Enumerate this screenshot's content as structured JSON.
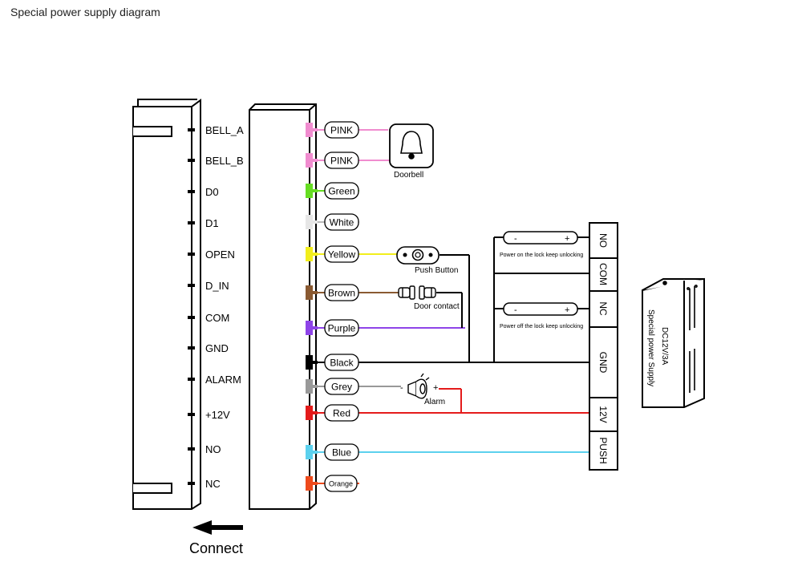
{
  "page": {
    "title": "Special power supply diagram"
  },
  "pins": [
    {
      "key": "bell_a",
      "label": "BELL_A"
    },
    {
      "key": "bell_b",
      "label": "BELL_B"
    },
    {
      "key": "d0",
      "label": "D0"
    },
    {
      "key": "d1",
      "label": "D1"
    },
    {
      "key": "open",
      "label": "OPEN"
    },
    {
      "key": "d_in",
      "label": "D_IN"
    },
    {
      "key": "com",
      "label": "COM"
    },
    {
      "key": "gnd",
      "label": "GND"
    },
    {
      "key": "alarm",
      "label": "ALARM"
    },
    {
      "key": "v12",
      "label": "+12V"
    },
    {
      "key": "no",
      "label": "NO"
    },
    {
      "key": "nc",
      "label": "NC"
    }
  ],
  "wires": [
    {
      "key": "pink1",
      "label": "PINK",
      "color": "#f08ccf"
    },
    {
      "key": "pink2",
      "label": "PINK",
      "color": "#f08ccf"
    },
    {
      "key": "green",
      "label": "Green",
      "color": "#66dd22"
    },
    {
      "key": "white",
      "label": "White",
      "color": "#e6e6e6"
    },
    {
      "key": "yellow",
      "label": "Yellow",
      "color": "#f2ee1c"
    },
    {
      "key": "brown",
      "label": "Brown",
      "color": "#8a5a32"
    },
    {
      "key": "purple",
      "label": "Purple",
      "color": "#8e44e8"
    },
    {
      "key": "black",
      "label": "Black",
      "color": "#000000"
    },
    {
      "key": "grey",
      "label": "Grey",
      "color": "#999999"
    },
    {
      "key": "red",
      "label": "Red",
      "color": "#e41b1b"
    },
    {
      "key": "blue",
      "label": "Blue",
      "color": "#5cd1ee"
    },
    {
      "key": "orange",
      "label": "Orange",
      "color": "#ee4a1c"
    }
  ],
  "devices": {
    "doorbell": "Doorbell",
    "push_button": "Push Button",
    "door_contact": "Door contact",
    "alarm": "Alarm",
    "alarm_minus": "-",
    "alarm_plus": "+"
  },
  "terminals": [
    {
      "key": "t_no",
      "label": "NO"
    },
    {
      "key": "t_com",
      "label": "COM"
    },
    {
      "key": "t_nc",
      "label": "NC"
    },
    {
      "key": "t_gnd",
      "label": "GND"
    },
    {
      "key": "t_12v",
      "label": "12V"
    },
    {
      "key": "t_push",
      "label": "PUSH"
    }
  ],
  "locks": {
    "lock1_note": "Power on the lock keep unlocking",
    "lock2_note": "Power off the lock keep unlocking",
    "minus": "-",
    "plus": "+"
  },
  "power_supply": {
    "line1": "DC12V/3A",
    "line2": "Special power Supply"
  },
  "footer": {
    "connect": "Connect"
  }
}
